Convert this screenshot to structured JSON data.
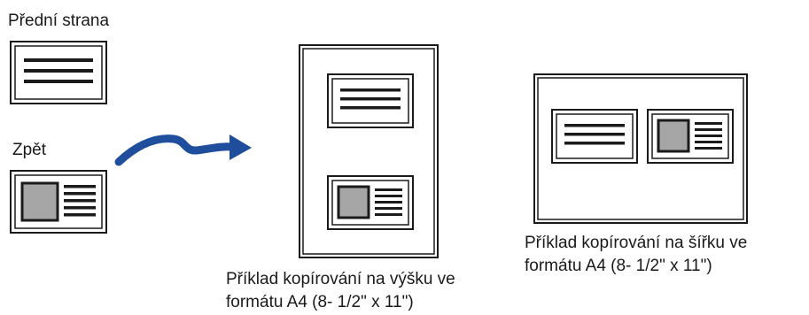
{
  "labels": {
    "front": "Přední strana",
    "back": "Zpět"
  },
  "captions": {
    "portrait_line1": "Příklad kopírování na výšku ve",
    "portrait_line2": "formátu A4 (8- 1/2\" x 11\")",
    "landscape_line1": "Příklad kopírování na šířku ve",
    "landscape_line2": "formátu A4 (8- 1/2\" x 11\")"
  },
  "colors": {
    "outline": "#1a1a1a",
    "photo_fill": "#a6a6a6",
    "arrow": "#1f4e9c",
    "background": "#ffffff"
  },
  "icons": {
    "arrow": "curved-arrow-icon",
    "card_front": "card-front-text-icon",
    "card_back": "card-back-photo-text-icon"
  }
}
